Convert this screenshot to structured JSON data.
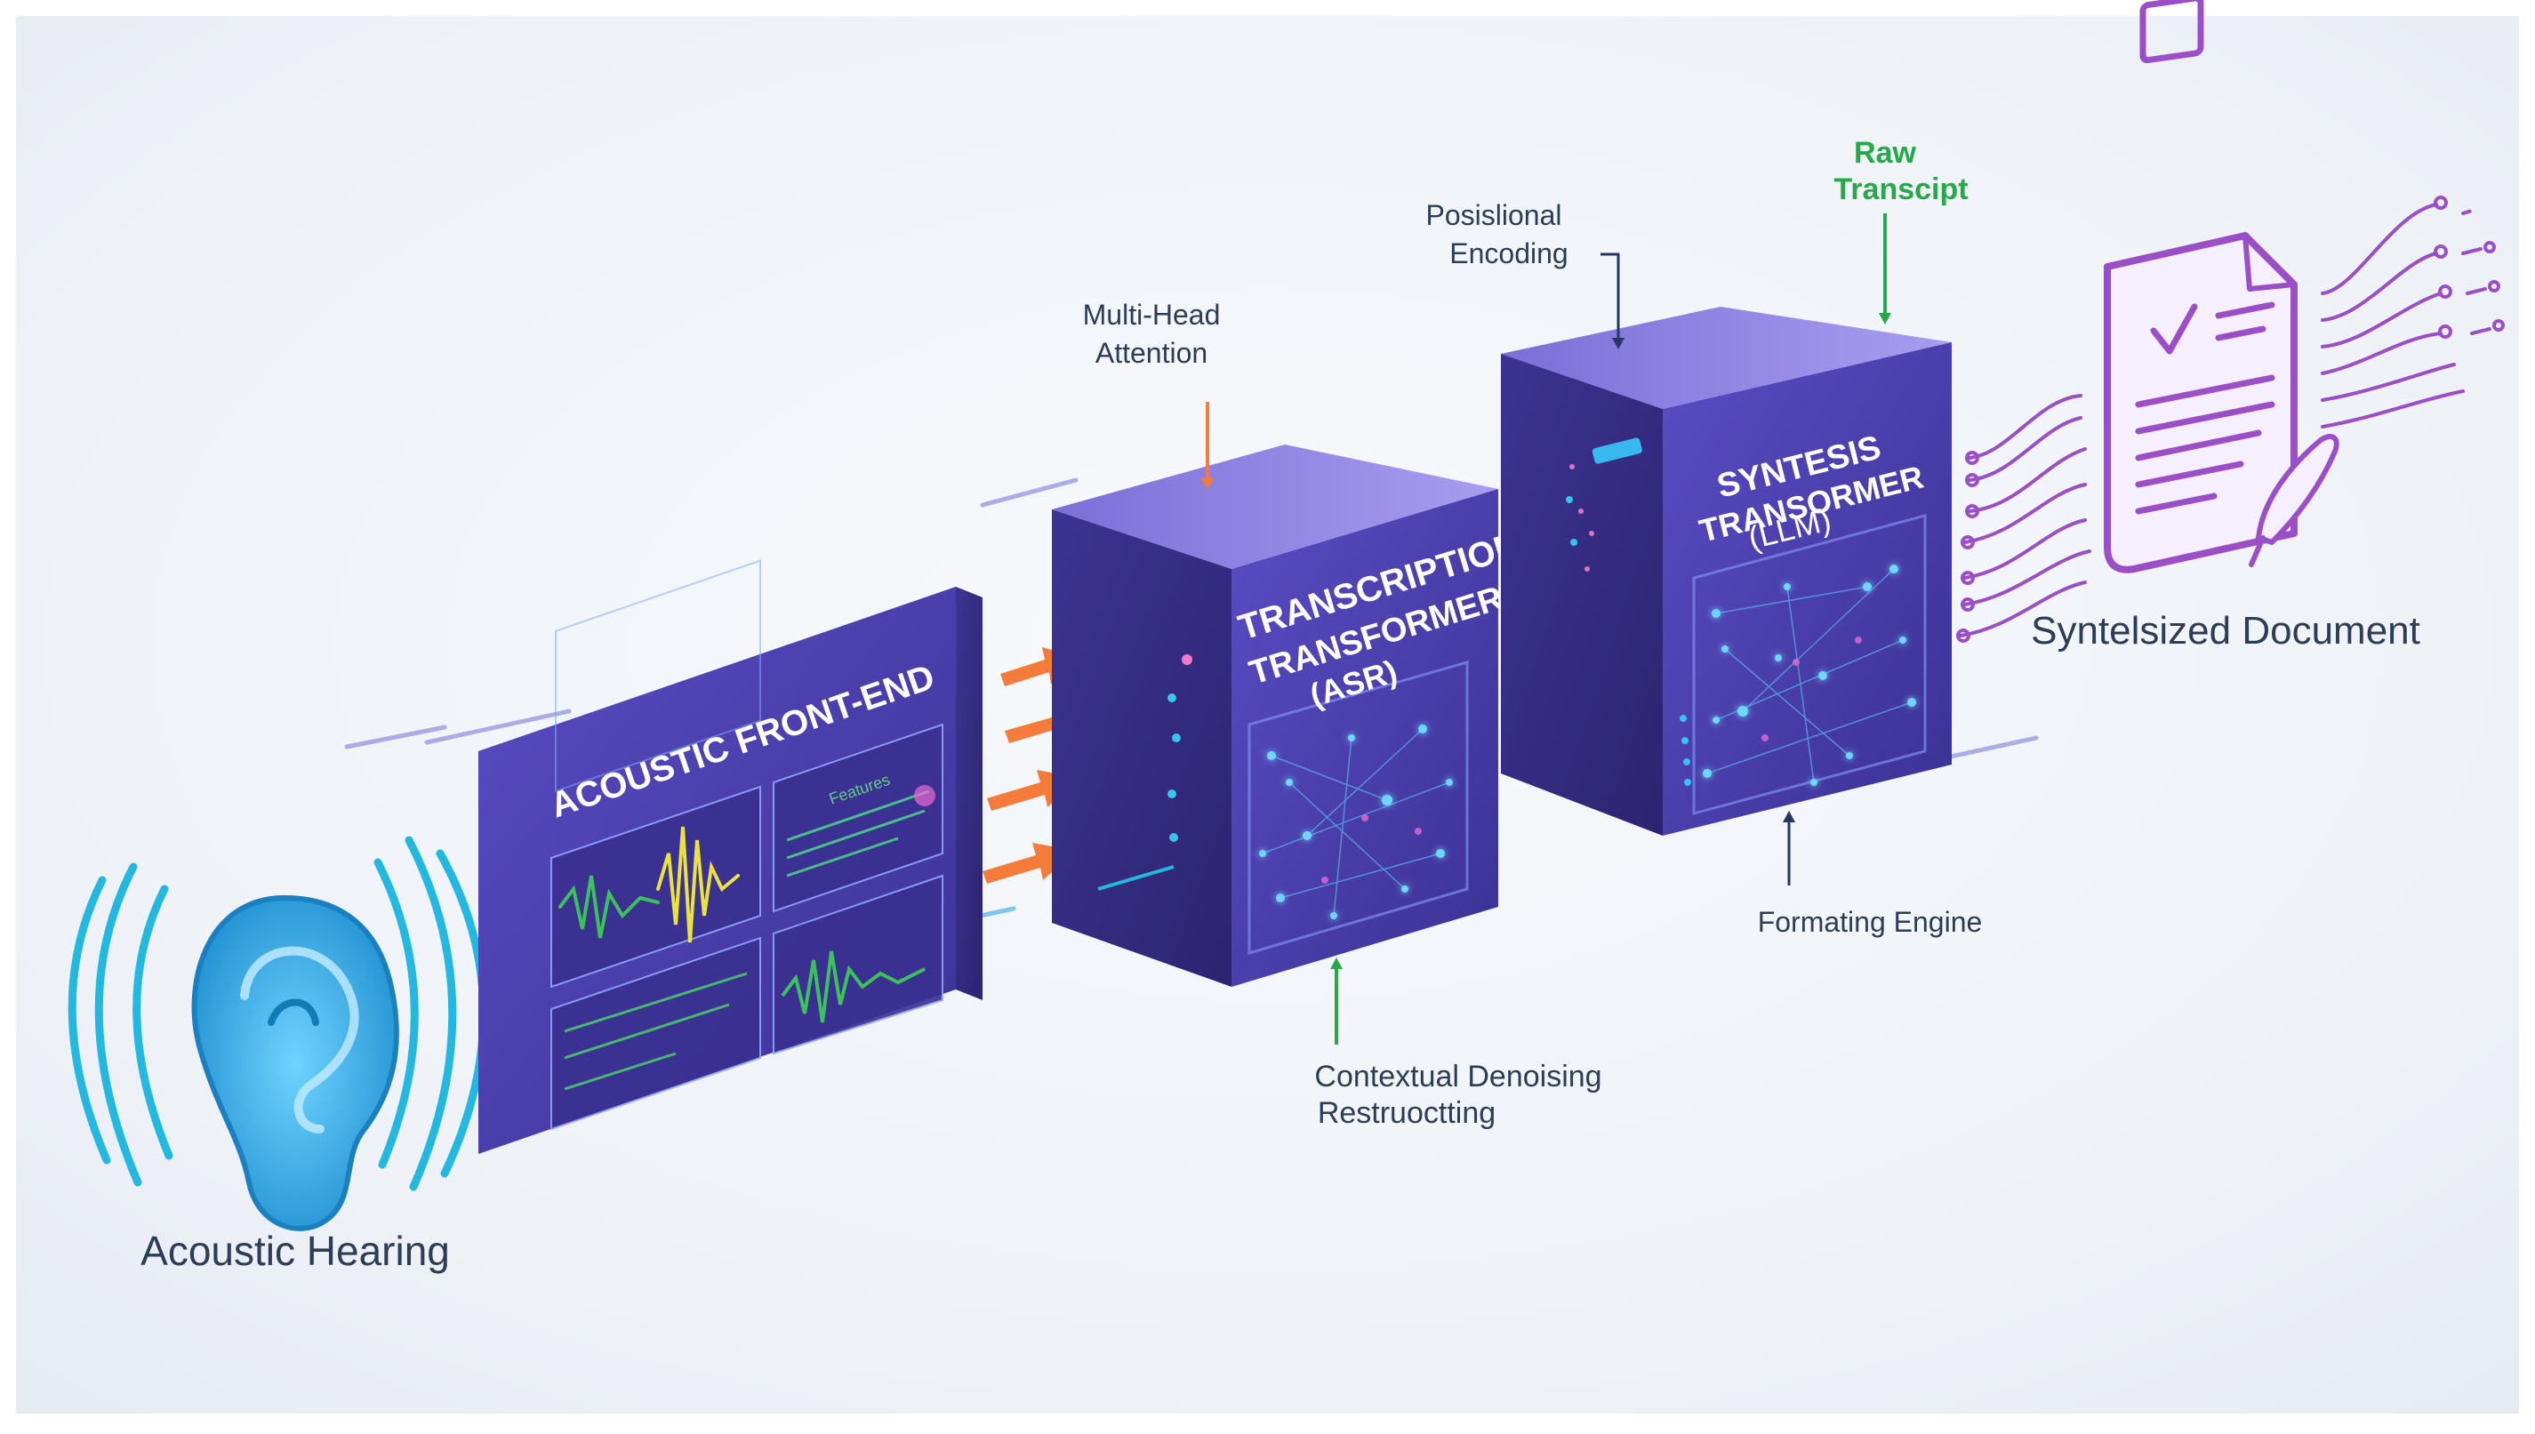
{
  "labels": {
    "ear": "Acoustic Hearing",
    "multi_head_1": "Multi-Head",
    "multi_head_2": "Attention",
    "positional_1": "Posislional",
    "positional_2": "Encoding",
    "raw_1": "Raw",
    "raw_2": "Transcipt",
    "contextual_1": "Contextual Denoising",
    "contextual_2": "Restruoctting",
    "formatting": "Formating Engine",
    "document": "Syntelsized Document"
  },
  "blocks": {
    "frontend_title": "ACOUSTIC FRONT-END",
    "frontend_subtitle": "Features",
    "asr_line1": "TRANSCRIPTION",
    "asr_line2": "TRANSFORMER",
    "asr_line3": "(ASR)",
    "llm_line1": "SYNTESIS",
    "llm_line2": "TRANSORMER",
    "llm_line3": "(LLM)"
  },
  "colors": {
    "cyan": "#22b8e0",
    "block_front": "#4a3fa8",
    "block_top": "#8a7fe0",
    "block_side": "#3a2f8c",
    "orange": "#f47b3a",
    "green": "#27a84a",
    "purple": "#9b4fc6",
    "navy": "#2a3566"
  },
  "icons": [
    "ear-icon",
    "sound-wave-icon",
    "document-icon",
    "checkbox-icon",
    "pen-icon",
    "circuit-line-icon"
  ]
}
